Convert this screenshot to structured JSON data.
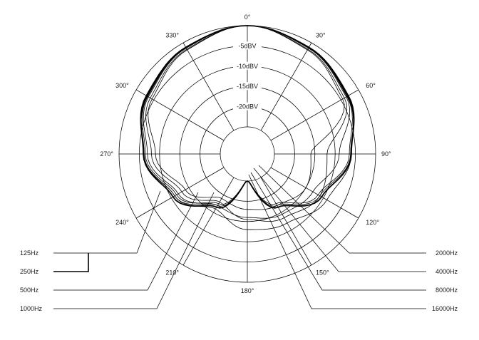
{
  "chart_data": {
    "type": "polar",
    "title": "",
    "angle_unit": "degrees",
    "angle_labels": [
      "0°",
      "30°",
      "60°",
      "90°",
      "120°",
      "150°",
      "180°",
      "210°",
      "240°",
      "270°",
      "300°",
      "330°"
    ],
    "ring_labels": [
      "-5dBV",
      "-10dBV",
      "-15dBV",
      "-20dBV"
    ],
    "r_range_dBV": [
      -25,
      0
    ],
    "grid": true,
    "series": [
      {
        "name": "125Hz",
        "points": [
          [
            0,
            0
          ],
          [
            30,
            -1.4
          ],
          [
            60,
            -3.2
          ],
          [
            90,
            -6
          ],
          [
            120,
            -10.5
          ],
          [
            150,
            -16.5
          ],
          [
            180,
            -25
          ],
          [
            210,
            -16.5
          ],
          [
            240,
            -10.5
          ],
          [
            270,
            -6
          ],
          [
            300,
            -3.2
          ],
          [
            330,
            -1.4
          ]
        ]
      },
      {
        "name": "250Hz",
        "points": [
          [
            0,
            0
          ],
          [
            30,
            -1.3
          ],
          [
            60,
            -3
          ],
          [
            90,
            -6
          ],
          [
            120,
            -10.5
          ],
          [
            150,
            -16.5
          ],
          [
            180,
            -25
          ],
          [
            210,
            -16.5
          ],
          [
            240,
            -10.5
          ],
          [
            270,
            -6
          ],
          [
            300,
            -3
          ],
          [
            330,
            -1.3
          ]
        ]
      },
      {
        "name": "500Hz",
        "points": [
          [
            0,
            0
          ],
          [
            30,
            -1.3
          ],
          [
            60,
            -3
          ],
          [
            90,
            -6.2
          ],
          [
            120,
            -11
          ],
          [
            150,
            -17
          ],
          [
            180,
            -25
          ],
          [
            210,
            -17
          ],
          [
            240,
            -11
          ],
          [
            270,
            -6.2
          ],
          [
            300,
            -3
          ],
          [
            330,
            -1.3
          ]
        ]
      },
      {
        "name": "1000Hz",
        "points": [
          [
            0,
            0
          ],
          [
            30,
            -1.4
          ],
          [
            60,
            -3.3
          ],
          [
            90,
            -6.5
          ],
          [
            120,
            -11.5
          ],
          [
            150,
            -17.5
          ],
          [
            180,
            -25
          ],
          [
            210,
            -17.5
          ],
          [
            240,
            -11.5
          ],
          [
            270,
            -6.5
          ],
          [
            300,
            -3.3
          ],
          [
            330,
            -1.4
          ]
        ]
      },
      {
        "name": "2000Hz",
        "points": [
          [
            0,
            0
          ],
          [
            30,
            -1.2
          ],
          [
            60,
            -2.8
          ],
          [
            90,
            -6
          ],
          [
            120,
            -9
          ],
          [
            150,
            -12
          ],
          [
            180,
            -13
          ],
          [
            210,
            -16
          ],
          [
            240,
            -11
          ],
          [
            270,
            -6
          ],
          [
            300,
            -2.8
          ],
          [
            330,
            -1.2
          ]
        ]
      },
      {
        "name": "4000Hz",
        "points": [
          [
            0,
            0
          ],
          [
            30,
            -1.5
          ],
          [
            60,
            -3.5
          ],
          [
            90,
            -9
          ],
          [
            120,
            -13
          ],
          [
            150,
            -14.5
          ],
          [
            180,
            -16
          ],
          [
            210,
            -17
          ],
          [
            240,
            -12
          ],
          [
            270,
            -7
          ],
          [
            300,
            -3.5
          ],
          [
            330,
            -1.5
          ]
        ]
      },
      {
        "name": "8000Hz",
        "points": [
          [
            0,
            0
          ],
          [
            30,
            -1.8
          ],
          [
            60,
            -4
          ],
          [
            90,
            -12
          ],
          [
            120,
            -11
          ],
          [
            150,
            -13.5
          ],
          [
            180,
            -15.5
          ],
          [
            210,
            -18
          ],
          [
            240,
            -13
          ],
          [
            270,
            -8
          ],
          [
            300,
            -4
          ],
          [
            330,
            -1.8
          ]
        ]
      },
      {
        "name": "16000Hz",
        "points": [
          [
            0,
            0
          ],
          [
            30,
            -2
          ],
          [
            60,
            -4.5
          ],
          [
            90,
            -16
          ],
          [
            120,
            -15
          ],
          [
            150,
            -17
          ],
          [
            180,
            -18
          ],
          [
            210,
            -19
          ],
          [
            240,
            -14
          ],
          [
            270,
            -9
          ],
          [
            300,
            -4.5
          ],
          [
            330,
            -2
          ]
        ]
      }
    ],
    "legend_left": [
      "125Hz",
      "250Hz",
      "500Hz",
      "1000Hz"
    ],
    "legend_right": [
      "2000Hz",
      "4000Hz",
      "8000Hz",
      "16000Hz"
    ],
    "bold_series": "250Hz"
  }
}
